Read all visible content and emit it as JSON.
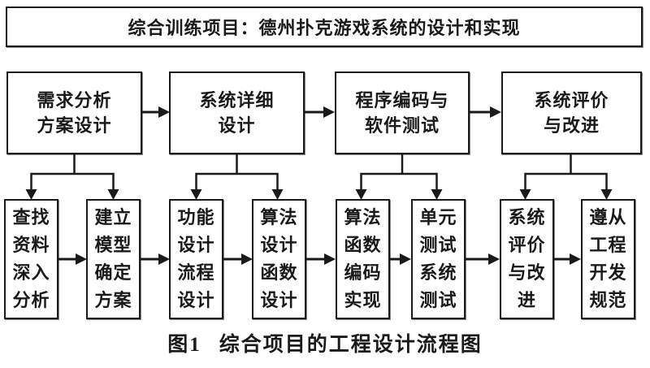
{
  "title": "综合训练项目：德州扑克游戏系统的设计和实现",
  "stages": [
    {
      "lines": [
        "需求分析",
        "方案设计"
      ]
    },
    {
      "lines": [
        "系统详细",
        "设计"
      ]
    },
    {
      "lines": [
        "程序编码与",
        "软件测试"
      ]
    },
    {
      "lines": [
        "系统评价",
        "与改进"
      ]
    }
  ],
  "tasks": [
    {
      "lines": [
        "查找",
        "资料",
        "深入",
        "分析"
      ]
    },
    {
      "lines": [
        "建立",
        "模型",
        "确定",
        "方案"
      ]
    },
    {
      "lines": [
        "功能",
        "设计",
        "流程",
        "设计"
      ]
    },
    {
      "lines": [
        "算法",
        "设计",
        "函数",
        "设计"
      ]
    },
    {
      "lines": [
        "算法",
        "函数",
        "编码",
        "实现"
      ]
    },
    {
      "lines": [
        "单元",
        "测试",
        "系统",
        "测试"
      ]
    },
    {
      "lines": [
        "系统",
        "评价",
        "与改",
        "进"
      ]
    },
    {
      "lines": [
        "遵从",
        "工程",
        "开发",
        "规范"
      ]
    }
  ],
  "caption": {
    "figure_label": "图1",
    "text": "综合项目的工程设计流程图"
  },
  "colors": {
    "ink": "#1a1a1a",
    "background": "#ffffff"
  }
}
